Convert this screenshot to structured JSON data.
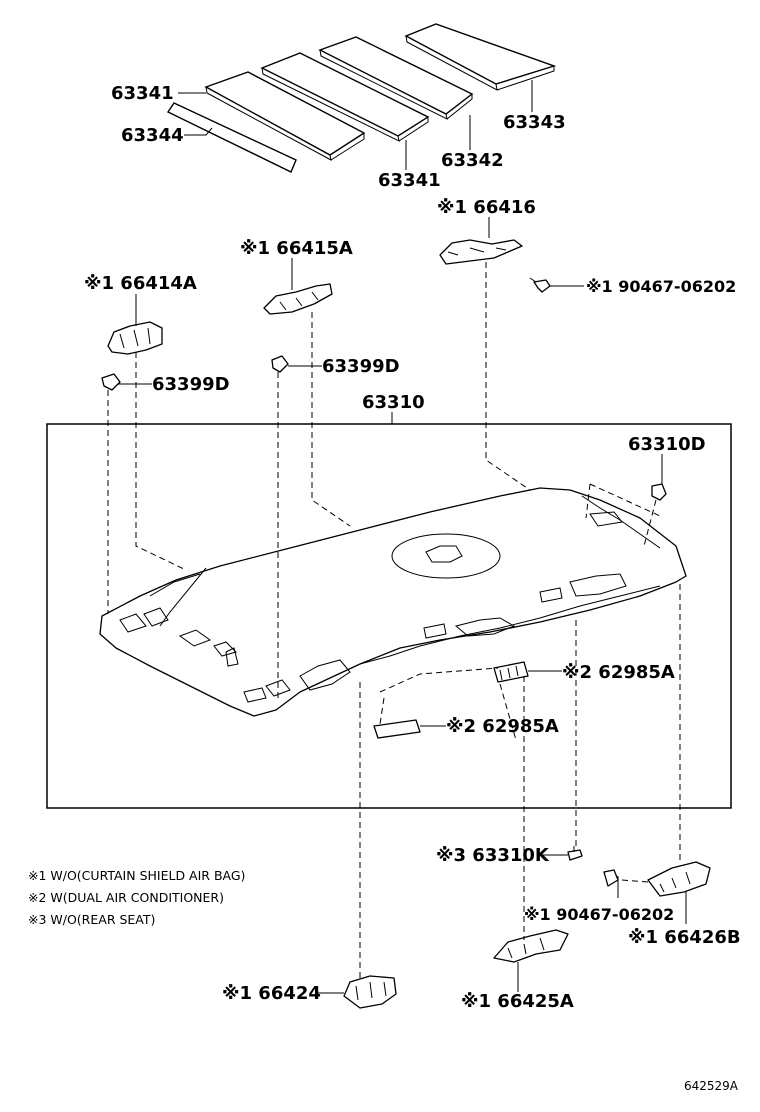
{
  "parts": {
    "p63341_left": "63341",
    "p63341_bottom": "63341",
    "p63344": "63344",
    "p63342": "63342",
    "p63343": "63343",
    "p66416": "※1 66416",
    "p66415A": "※1 66415A",
    "p66414A": "※1 66414A",
    "p63399D_left": "63399D",
    "p63399D_right": "63399D",
    "p90467_top": "※1 90467-06202",
    "p63310": "63310",
    "p63310D": "63310D",
    "p62985A_right": "※2 62985A",
    "p62985A_left": "※2 62985A",
    "p63310K": "※3 63310K",
    "p90467_bottom": "※1 90467-06202",
    "p66426B": "※1 66426B",
    "p66424": "※1 66424",
    "p66425A": "※1 66425A"
  },
  "notes": [
    "※1 W/O(CURTAIN SHIELD AIR BAG)",
    "※2 W(DUAL AIR CONDITIONER)",
    "※3 W/O(REAR SEAT)"
  ],
  "diagram_id": "642529A"
}
